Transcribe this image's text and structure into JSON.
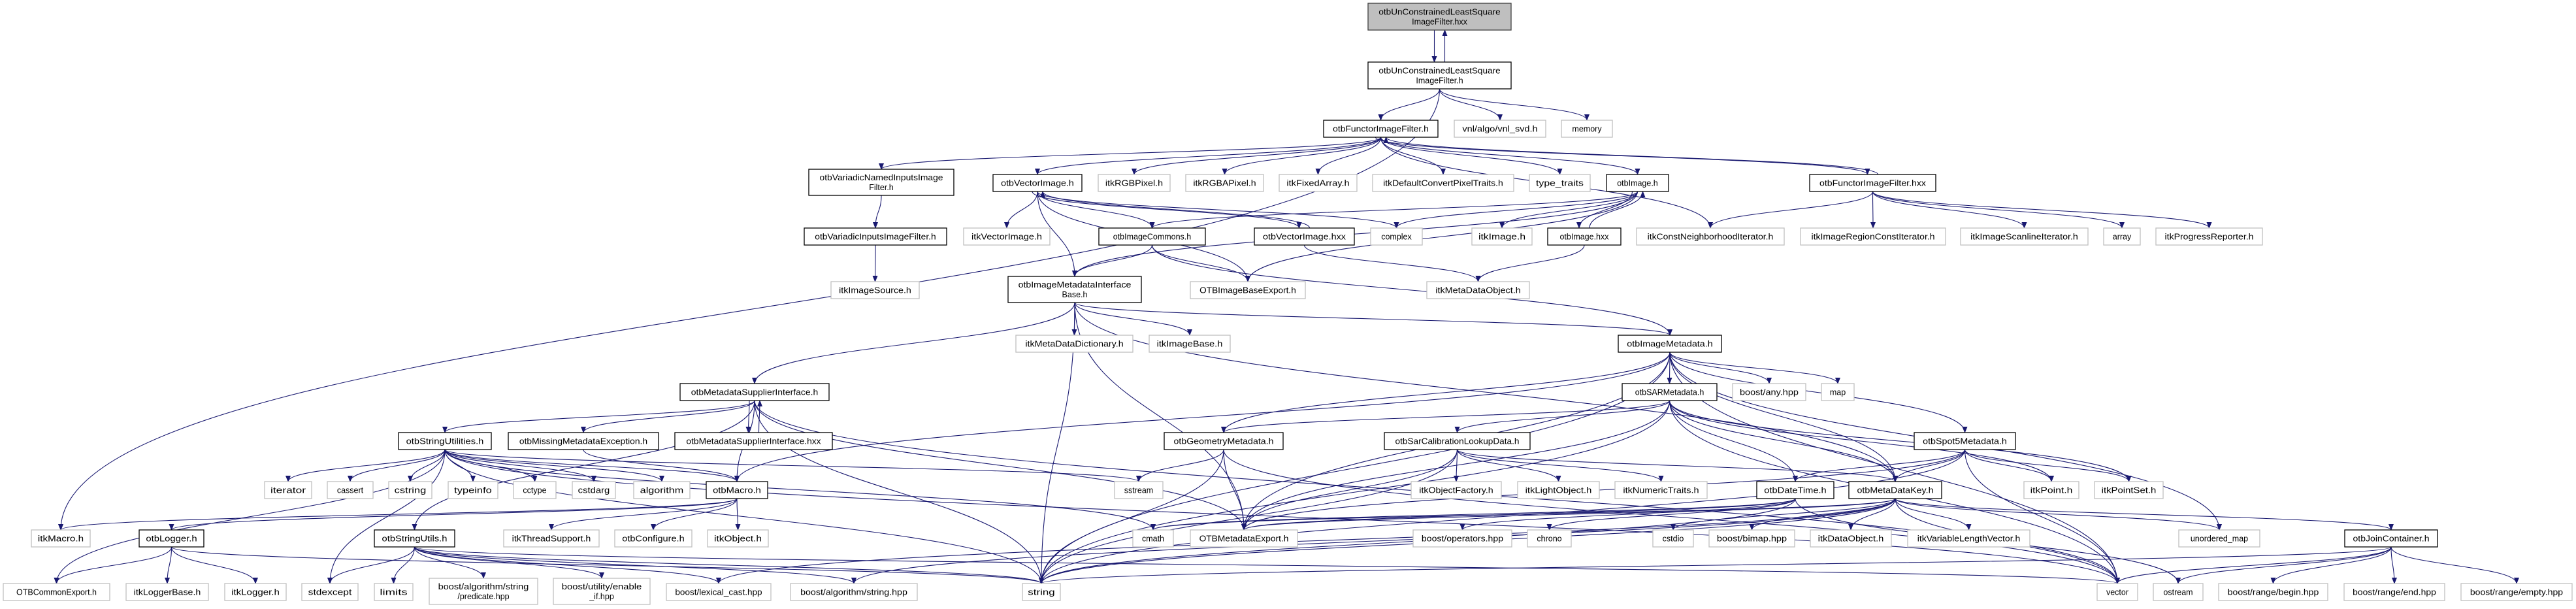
{
  "graph": {
    "edge_color": "#191970",
    "nodes": [
      {
        "id": "top",
        "lines": [
          "otbUnConstrainedLeastSquare",
          "ImageFilter.hxx"
        ],
        "style": "root"
      },
      {
        "id": "ucls",
        "lines": [
          "otbUnConstrainedLeastSquare",
          "ImageFilter.h"
        ],
        "style": "doc"
      },
      {
        "id": "fif",
        "lines": [
          "otbFunctorImageFilter.h"
        ],
        "style": "doc"
      },
      {
        "id": "vnl",
        "lines": [
          "vnl/algo/vnl_svd.h"
        ],
        "style": "ext"
      },
      {
        "id": "memory",
        "lines": [
          "memory"
        ],
        "style": "ext"
      },
      {
        "id": "vnif",
        "lines": [
          "otbVariadicNamedInputsImage",
          "Filter.h"
        ],
        "style": "doc"
      },
      {
        "id": "vimg",
        "lines": [
          "otbVectorImage.h"
        ],
        "style": "doc"
      },
      {
        "id": "rgb",
        "lines": [
          "itkRGBPixel.h"
        ],
        "style": "ext"
      },
      {
        "id": "rgba",
        "lines": [
          "itkRGBAPixel.h"
        ],
        "style": "ext"
      },
      {
        "id": "fixed",
        "lines": [
          "itkFixedArray.h"
        ],
        "style": "ext"
      },
      {
        "id": "dcpt",
        "lines": [
          "itkDefaultConvertPixelTraits.h"
        ],
        "style": "ext"
      },
      {
        "id": "tt",
        "lines": [
          "type_traits"
        ],
        "style": "ext"
      },
      {
        "id": "img",
        "lines": [
          "otbImage.h"
        ],
        "style": "doc"
      },
      {
        "id": "fifx",
        "lines": [
          "otbFunctorImageFilter.hxx"
        ],
        "style": "doc"
      },
      {
        "id": "vif",
        "lines": [
          "otbVariadicInputsImageFilter.h"
        ],
        "style": "doc"
      },
      {
        "id": "itkvi",
        "lines": [
          "itkVectorImage.h"
        ],
        "style": "ext"
      },
      {
        "id": "ic",
        "lines": [
          "otbImageCommons.h"
        ],
        "style": "doc"
      },
      {
        "id": "vimgx",
        "lines": [
          "otbVectorImage.hxx"
        ],
        "style": "doc"
      },
      {
        "id": "complex",
        "lines": [
          "complex"
        ],
        "style": "ext"
      },
      {
        "id": "itkimg",
        "lines": [
          "itkImage.h"
        ],
        "style": "ext"
      },
      {
        "id": "imgx",
        "lines": [
          "otbImage.hxx"
        ],
        "style": "doc"
      },
      {
        "id": "cni",
        "lines": [
          "itkConstNeighborhoodIterator.h"
        ],
        "style": "ext"
      },
      {
        "id": "irci",
        "lines": [
          "itkImageRegionConstIterator.h"
        ],
        "style": "ext"
      },
      {
        "id": "isl",
        "lines": [
          "itkImageScanlineIterator.h"
        ],
        "style": "ext"
      },
      {
        "id": "array",
        "lines": [
          "array"
        ],
        "style": "ext"
      },
      {
        "id": "prog",
        "lines": [
          "itkProgressReporter.h"
        ],
        "style": "ext"
      },
      {
        "id": "iss",
        "lines": [
          "itkImageSource.h"
        ],
        "style": "ext"
      },
      {
        "id": "imib",
        "lines": [
          "otbImageMetadataInterface",
          "Base.h"
        ],
        "style": "doc"
      },
      {
        "id": "oibe",
        "lines": [
          "OTBImageBaseExport.h"
        ],
        "style": "ext"
      },
      {
        "id": "mdo",
        "lines": [
          "itkMetaDataObject.h"
        ],
        "style": "ext"
      },
      {
        "id": "mdd",
        "lines": [
          "itkMetaDataDictionary.h"
        ],
        "style": "ext"
      },
      {
        "id": "ib",
        "lines": [
          "itkImageBase.h"
        ],
        "style": "ext"
      },
      {
        "id": "im",
        "lines": [
          "otbImageMetadata.h"
        ],
        "style": "doc"
      },
      {
        "id": "msi",
        "lines": [
          "otbMetadataSupplierInterface.h"
        ],
        "style": "doc"
      },
      {
        "id": "sar",
        "lines": [
          "otbSARMetadata.h"
        ],
        "style": "doc"
      },
      {
        "id": "any",
        "lines": [
          "boost/any.hpp"
        ],
        "style": "ext"
      },
      {
        "id": "map",
        "lines": [
          "map"
        ],
        "style": "ext"
      },
      {
        "id": "su",
        "lines": [
          "otbStringUtilities.h"
        ],
        "style": "doc"
      },
      {
        "id": "mme",
        "lines": [
          "otbMissingMetadataException.h"
        ],
        "style": "doc"
      },
      {
        "id": "msix",
        "lines": [
          "otbMetadataSupplierInterface.hxx"
        ],
        "style": "doc"
      },
      {
        "id": "geo",
        "lines": [
          "otbGeometryMetadata.h"
        ],
        "style": "doc"
      },
      {
        "id": "sarcal",
        "lines": [
          "otbSarCalibrationLookupData.h"
        ],
        "style": "doc"
      },
      {
        "id": "spot",
        "lines": [
          "otbSpot5Metadata.h"
        ],
        "style": "doc"
      },
      {
        "id": "iterator",
        "lines": [
          "iterator"
        ],
        "style": "ext"
      },
      {
        "id": "cassert",
        "lines": [
          "cassert"
        ],
        "style": "ext"
      },
      {
        "id": "cstring",
        "lines": [
          "cstring"
        ],
        "style": "ext"
      },
      {
        "id": "typeinfo",
        "lines": [
          "typeinfo"
        ],
        "style": "ext"
      },
      {
        "id": "cctype",
        "lines": [
          "cctype"
        ],
        "style": "ext"
      },
      {
        "id": "cstdarg",
        "lines": [
          "cstdarg"
        ],
        "style": "ext"
      },
      {
        "id": "algorithm",
        "lines": [
          "algorithm"
        ],
        "style": "ext"
      },
      {
        "id": "macro",
        "lines": [
          "otbMacro.h"
        ],
        "style": "doc"
      },
      {
        "id": "sstream",
        "lines": [
          "sstream"
        ],
        "style": "ext"
      },
      {
        "id": "objfac",
        "lines": [
          "itkObjectFactory.h"
        ],
        "style": "ext"
      },
      {
        "id": "light",
        "lines": [
          "itkLightObject.h"
        ],
        "style": "ext"
      },
      {
        "id": "numtr",
        "lines": [
          "itkNumericTraits.h"
        ],
        "style": "ext"
      },
      {
        "id": "dt",
        "lines": [
          "otbDateTime.h"
        ],
        "style": "doc"
      },
      {
        "id": "mdk",
        "lines": [
          "otbMetaDataKey.h"
        ],
        "style": "doc"
      },
      {
        "id": "point",
        "lines": [
          "itkPoint.h"
        ],
        "style": "ext"
      },
      {
        "id": "pointset",
        "lines": [
          "itkPointSet.h"
        ],
        "style": "ext"
      },
      {
        "id": "itkmacro",
        "lines": [
          "itkMacro.h"
        ],
        "style": "ext"
      },
      {
        "id": "logger",
        "lines": [
          "otbLogger.h"
        ],
        "style": "doc"
      },
      {
        "id": "sutils",
        "lines": [
          "otbStringUtils.h"
        ],
        "style": "doc"
      },
      {
        "id": "thread",
        "lines": [
          "itkThreadSupport.h"
        ],
        "style": "ext"
      },
      {
        "id": "config",
        "lines": [
          "otbConfigure.h"
        ],
        "style": "ext"
      },
      {
        "id": "itkobj",
        "lines": [
          "itkObject.h"
        ],
        "style": "ext"
      },
      {
        "id": "cmath",
        "lines": [
          "cmath"
        ],
        "style": "ext"
      },
      {
        "id": "ome",
        "lines": [
          "OTBMetadataExport.h"
        ],
        "style": "ext"
      },
      {
        "id": "ops",
        "lines": [
          "boost/operators.hpp"
        ],
        "style": "ext"
      },
      {
        "id": "chrono",
        "lines": [
          "chrono"
        ],
        "style": "ext"
      },
      {
        "id": "cstdio",
        "lines": [
          "cstdio"
        ],
        "style": "ext"
      },
      {
        "id": "bimap",
        "lines": [
          "boost/bimap.hpp"
        ],
        "style": "ext"
      },
      {
        "id": "dataobj",
        "lines": [
          "itkDataObject.h"
        ],
        "style": "ext"
      },
      {
        "id": "vlv",
        "lines": [
          "itkVariableLengthVector.h"
        ],
        "style": "ext"
      },
      {
        "id": "umap",
        "lines": [
          "unordered_map"
        ],
        "style": "ext"
      },
      {
        "id": "join",
        "lines": [
          "otbJoinContainer.h"
        ],
        "style": "doc"
      },
      {
        "id": "oce",
        "lines": [
          "OTBCommonExport.h"
        ],
        "style": "ext"
      },
      {
        "id": "loggerbase",
        "lines": [
          "itkLoggerBase.h"
        ],
        "style": "ext"
      },
      {
        "id": "itklogger",
        "lines": [
          "itkLogger.h"
        ],
        "style": "ext"
      },
      {
        "id": "stdexcept",
        "lines": [
          "stdexcept"
        ],
        "style": "ext"
      },
      {
        "id": "limits",
        "lines": [
          "limits"
        ],
        "style": "ext"
      },
      {
        "id": "predicate",
        "lines": [
          "boost/algorithm/string",
          "/predicate.hpp"
        ],
        "style": "ext"
      },
      {
        "id": "enableif",
        "lines": [
          "boost/utility/enable",
          "_if.hpp"
        ],
        "style": "ext"
      },
      {
        "id": "lexcast",
        "lines": [
          "boost/lexical_cast.hpp"
        ],
        "style": "ext"
      },
      {
        "id": "bas",
        "lines": [
          "boost/algorithm/string.hpp"
        ],
        "style": "ext"
      },
      {
        "id": "string",
        "lines": [
          "string"
        ],
        "style": "ext"
      },
      {
        "id": "vector",
        "lines": [
          "vector"
        ],
        "style": "ext"
      },
      {
        "id": "ostream",
        "lines": [
          "ostream"
        ],
        "style": "ext"
      },
      {
        "id": "rbegin",
        "lines": [
          "boost/range/begin.hpp"
        ],
        "style": "ext"
      },
      {
        "id": "rend",
        "lines": [
          "boost/range/end.hpp"
        ],
        "style": "ext"
      },
      {
        "id": "rempty",
        "lines": [
          "boost/range/empty.hpp"
        ],
        "style": "ext"
      }
    ],
    "edges": [
      [
        "top",
        "ucls"
      ],
      [
        "ucls",
        "top"
      ],
      [
        "ucls",
        "itkmacro"
      ],
      [
        "ucls",
        "fif"
      ],
      [
        "ucls",
        "vnl"
      ],
      [
        "ucls",
        "memory"
      ],
      [
        "fif",
        "vnif"
      ],
      [
        "fif",
        "vimg"
      ],
      [
        "fif",
        "rgb"
      ],
      [
        "fif",
        "rgba"
      ],
      [
        "fif",
        "fixed"
      ],
      [
        "fif",
        "dcpt"
      ],
      [
        "fif",
        "tt"
      ],
      [
        "fif",
        "img"
      ],
      [
        "fif",
        "fifx"
      ],
      [
        "fifx",
        "fif"
      ],
      [
        "fif",
        "cni"
      ],
      [
        "vnif",
        "vif"
      ],
      [
        "vif",
        "iss"
      ],
      [
        "vimg",
        "itkvi"
      ],
      [
        "vimg",
        "ic"
      ],
      [
        "vimg",
        "vimgx"
      ],
      [
        "vimgx",
        "vimg"
      ],
      [
        "vimg",
        "complex"
      ],
      [
        "vimg",
        "oibe"
      ],
      [
        "vimg",
        "imib"
      ],
      [
        "img",
        "ic"
      ],
      [
        "img",
        "complex"
      ],
      [
        "img",
        "itkimg"
      ],
      [
        "img",
        "imgx"
      ],
      [
        "imgx",
        "img"
      ],
      [
        "img",
        "oibe"
      ],
      [
        "img",
        "imib"
      ],
      [
        "fifx",
        "cni"
      ],
      [
        "fifx",
        "irci"
      ],
      [
        "fifx",
        "isl"
      ],
      [
        "fifx",
        "array"
      ],
      [
        "fifx",
        "prog"
      ],
      [
        "ic",
        "imib"
      ],
      [
        "ic",
        "oibe"
      ],
      [
        "ic",
        "im"
      ],
      [
        "vimgx",
        "mdo"
      ],
      [
        "imgx",
        "mdo"
      ],
      [
        "imib",
        "msi"
      ],
      [
        "imib",
        "mdd"
      ],
      [
        "imib",
        "ib"
      ],
      [
        "imib",
        "im"
      ],
      [
        "imib",
        "string"
      ],
      [
        "imib",
        "ome"
      ],
      [
        "imib",
        "mdk"
      ],
      [
        "im",
        "sar"
      ],
      [
        "im",
        "any"
      ],
      [
        "im",
        "map"
      ],
      [
        "im",
        "geo"
      ],
      [
        "im",
        "spot"
      ],
      [
        "im",
        "mdk"
      ],
      [
        "im",
        "ome"
      ],
      [
        "im",
        "string"
      ],
      [
        "im",
        "vector"
      ],
      [
        "im",
        "umap"
      ],
      [
        "im",
        "macro"
      ],
      [
        "msi",
        "su"
      ],
      [
        "msi",
        "mme"
      ],
      [
        "msi",
        "msix"
      ],
      [
        "msix",
        "msi"
      ],
      [
        "msi",
        "macro"
      ],
      [
        "msi",
        "string"
      ],
      [
        "msi",
        "ome"
      ],
      [
        "msi",
        "sutils"
      ],
      [
        "msi",
        "vector"
      ],
      [
        "su",
        "iterator"
      ],
      [
        "su",
        "cassert"
      ],
      [
        "su",
        "cstring"
      ],
      [
        "su",
        "typeinfo"
      ],
      [
        "su",
        "cctype"
      ],
      [
        "su",
        "cstdarg"
      ],
      [
        "su",
        "algorithm"
      ],
      [
        "su",
        "macro"
      ],
      [
        "su",
        "oce"
      ],
      [
        "su",
        "stdexcept"
      ],
      [
        "su",
        "sstream"
      ],
      [
        "su",
        "string"
      ],
      [
        "su",
        "vector"
      ],
      [
        "su",
        "cmath"
      ],
      [
        "mme",
        "macro"
      ],
      [
        "macro",
        "itkmacro"
      ],
      [
        "macro",
        "logger"
      ],
      [
        "macro",
        "thread"
      ],
      [
        "macro",
        "config"
      ],
      [
        "macro",
        "itkobj"
      ],
      [
        "logger",
        "oce"
      ],
      [
        "logger",
        "loggerbase"
      ],
      [
        "logger",
        "itklogger"
      ],
      [
        "logger",
        "string"
      ],
      [
        "sutils",
        "stdexcept"
      ],
      [
        "sutils",
        "limits"
      ],
      [
        "sutils",
        "predicate"
      ],
      [
        "sutils",
        "enableif"
      ],
      [
        "sutils",
        "lexcast"
      ],
      [
        "sutils",
        "bas"
      ],
      [
        "sutils",
        "string"
      ],
      [
        "sutils",
        "vector"
      ],
      [
        "geo",
        "sstream"
      ],
      [
        "geo",
        "string"
      ],
      [
        "geo",
        "ome"
      ],
      [
        "geo",
        "vector"
      ],
      [
        "sarcal",
        "objfac"
      ],
      [
        "sarcal",
        "light"
      ],
      [
        "sarcal",
        "numtr"
      ],
      [
        "sarcal",
        "ome"
      ],
      [
        "sarcal",
        "string"
      ],
      [
        "sarcal",
        "mdk"
      ],
      [
        "sar",
        "dt"
      ],
      [
        "sar",
        "mdk"
      ],
      [
        "sar",
        "sarcal"
      ],
      [
        "sar",
        "string"
      ],
      [
        "sar",
        "ome"
      ],
      [
        "sar",
        "vector"
      ],
      [
        "sar",
        "point"
      ],
      [
        "sar",
        "pointset"
      ],
      [
        "sar",
        "geo"
      ],
      [
        "spot",
        "dt"
      ],
      [
        "spot",
        "mdk"
      ],
      [
        "spot",
        "point"
      ],
      [
        "spot",
        "pointset"
      ],
      [
        "spot",
        "vector"
      ],
      [
        "spot",
        "string"
      ],
      [
        "spot",
        "ome"
      ],
      [
        "dt",
        "chrono"
      ],
      [
        "dt",
        "ome"
      ],
      [
        "dt",
        "string"
      ],
      [
        "dt",
        "ostream"
      ],
      [
        "dt",
        "ops"
      ],
      [
        "dt",
        "cmath"
      ],
      [
        "mdk",
        "bimap"
      ],
      [
        "mdk",
        "dataobj"
      ],
      [
        "mdk",
        "vlv"
      ],
      [
        "mdk",
        "cstdio"
      ],
      [
        "mdk",
        "ome"
      ],
      [
        "mdk",
        "string"
      ],
      [
        "mdk",
        "vector"
      ],
      [
        "mdk",
        "umap"
      ],
      [
        "mdk",
        "join"
      ],
      [
        "mdk",
        "lexcast"
      ],
      [
        "mdk",
        "bas"
      ],
      [
        "mdk",
        "cmath"
      ],
      [
        "join",
        "ostream"
      ],
      [
        "join",
        "rbegin"
      ],
      [
        "join",
        "rend"
      ],
      [
        "join",
        "rempty"
      ],
      [
        "join",
        "string"
      ],
      [
        "join",
        "vector"
      ]
    ]
  }
}
